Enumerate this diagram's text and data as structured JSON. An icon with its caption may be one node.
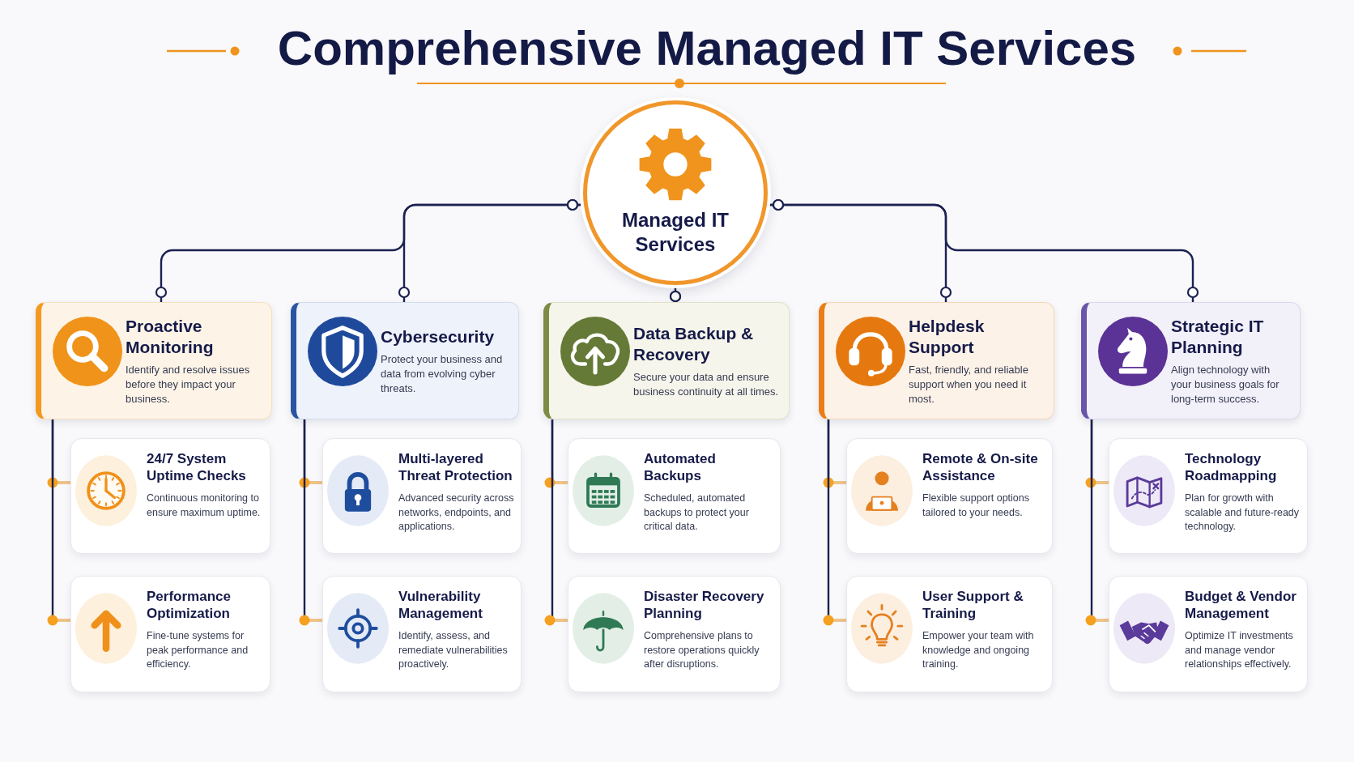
{
  "diagram": {
    "title": "Comprehensive Managed IT Services",
    "nodes": [
      {
        "text": [
          "Managed IT Services"
        ]
      },
      {
        "text": [
          "Proactive Monitoring",
          "Identify and resolve issues before they impact your business."
        ]
      },
      {
        "text": [
          "Cybersecurity",
          "Protect your business and data from evolving cyber threats."
        ]
      },
      {
        "text": [
          "Data Backup & Recovery",
          "Secure your data and ensure business continuity at all times."
        ]
      },
      {
        "text": [
          "Helpdesk Support",
          "Fast, friendly, and reliable support when you need it most."
        ]
      },
      {
        "text": [
          "Strategic IT Planning",
          "Align technology with your business goals for long-term success."
        ]
      },
      {
        "text": [
          "24/7 System Uptime Checks",
          "Continuous monitoring to ensure maximum uptime."
        ]
      },
      {
        "text": [
          "Performance Optimization",
          "Fine-tune systems for peak performance and efficiency."
        ]
      },
      {
        "text": [
          "Multi-layered Threat Protection",
          "Advanced security across networks, endpoints, and applications."
        ]
      },
      {
        "text": [
          "Vulnerability Management",
          "Identify, assess, and remediate vulnerabilities proactively."
        ]
      },
      {
        "text": [
          "Automated Backups",
          "Scheduled, automated backups to protect your critical data."
        ]
      },
      {
        "text": [
          "Disaster Recovery Planning",
          "Comprehensive plans to restore operations quickly after disruptions."
        ]
      },
      {
        "text": [
          "Remote & On-site Assistance",
          "Flexible support options tailored to your needs."
        ]
      },
      {
        "text": [
          "User Support & Training",
          "Empower your team with knowledge and ongoing training."
        ]
      },
      {
        "text": [
          "Technology Roadmapping",
          "Plan for growth with scalable and future-ready technology."
        ]
      },
      {
        "text": [
          "Budget & Vendor Management",
          "Optimize IT investments and manage vendor relationships effectively."
        ]
      }
    ],
    "edges": [
      {
        "from": 0,
        "to": 1,
        "arrow": "other"
      },
      {
        "from": 0,
        "to": 2,
        "arrow": "other"
      },
      {
        "from": 0,
        "to": 3,
        "arrow": "other"
      },
      {
        "from": 0,
        "to": 4,
        "arrow": "other"
      },
      {
        "from": 0,
        "to": 5,
        "arrow": "other"
      },
      {
        "from": 1,
        "to": 6,
        "arrow": "other"
      },
      {
        "from": 1,
        "to": 7,
        "arrow": "other"
      },
      {
        "from": 2,
        "to": 8,
        "arrow": "other"
      },
      {
        "from": 2,
        "to": 9,
        "arrow": "other"
      },
      {
        "from": 3,
        "to": 10,
        "arrow": "other"
      },
      {
        "from": 3,
        "to": 11,
        "arrow": "other"
      },
      {
        "from": 4,
        "to": 12,
        "arrow": "other"
      },
      {
        "from": 4,
        "to": 13,
        "arrow": "other"
      },
      {
        "from": 5,
        "to": 14,
        "arrow": "other"
      },
      {
        "from": 5,
        "to": 15,
        "arrow": "other"
      }
    ]
  }
}
